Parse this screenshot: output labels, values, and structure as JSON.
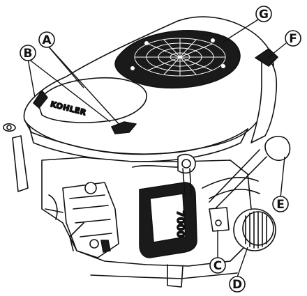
{
  "figure": {
    "brand_text": "KOHLER",
    "model_text": "7000"
  },
  "callouts": [
    {
      "id": "A",
      "label": "A"
    },
    {
      "id": "B",
      "label": "B"
    },
    {
      "id": "C",
      "label": "C"
    },
    {
      "id": "D",
      "label": "D"
    },
    {
      "id": "E",
      "label": "E"
    },
    {
      "id": "F",
      "label": "F"
    },
    {
      "id": "G",
      "label": "G"
    }
  ]
}
